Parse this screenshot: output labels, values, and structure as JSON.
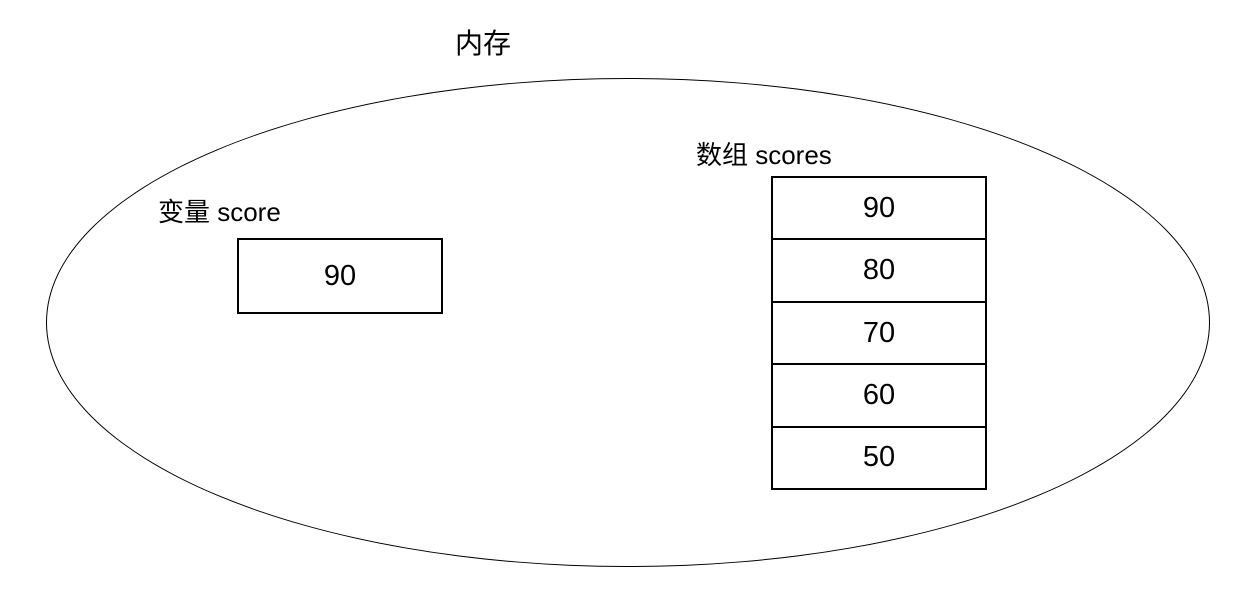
{
  "diagram": {
    "title": "内存",
    "variable": {
      "label": "变量 score",
      "value": "90"
    },
    "array": {
      "label": "数组 scores",
      "cells": [
        "90",
        "80",
        "70",
        "60",
        "50"
      ]
    },
    "colors": {
      "stroke": "#000000",
      "background": "#ffffff",
      "text": "#000000"
    }
  }
}
